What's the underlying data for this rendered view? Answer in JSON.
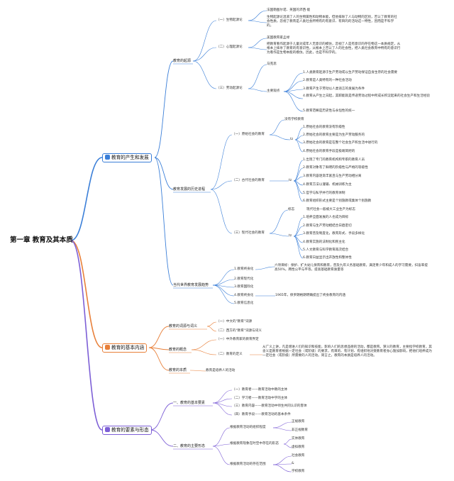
{
  "root": "第一章 教育及其本质",
  "colors": {
    "blue": "#3b7fd8",
    "orange": "#e8803a",
    "purple": "#7d5fd6"
  },
  "b1": {
    "title": "教育的产生和发展",
    "origin": {
      "title": "教育的起源",
      "bio": {
        "label": "（一）生物起源论",
        "people": "法国勒图尔诺、英国的沛西·能",
        "desc": "生物起源论混淆了人的生物属性和动物本能，但他排除了人与动物的区别，否认了教育的社会性质，忽视了教育是人类社会所特有的有意识、有目的的活动这一特性，因而是不科学的。"
      },
      "psy": {
        "label": "（二）心理起源论",
        "people": "美国教育家孟禄",
        "desc": "把教育看作起源于儿童对成年人无意识的模仿，忽视了人是有意识的存在物这一本质规定，从根本上抹杀了教育的有意识性，从根本上否认了人的社会性，把人类社会教育中特有的意识行为看作是生物本能的模仿。因此，也是不科学的。"
      },
      "labor": {
        "label": "（三）劳动起源论",
        "people": "马克思",
        "viewpoint": "主要观点",
        "points": [
          "1.人类教育起源于生产劳动或以生产劳动保证自身生存的社会需要",
          "2.教育是人类特有的一种社会活动",
          "3.教育产生于劳动以人类语言的发展为条件",
          "4.教育从产生之日起，其职能就是传递劳动过程中所成长积淀起来的社会生产和生活经验",
          "5.教育范畴是历史性与永恒性的统一"
        ]
      }
    },
    "history": {
      "title": "教育发展的历史进程",
      "primitive": {
        "label": "（一）原始社会的教育",
        "note": "没有学校教育",
        "tag": "tz",
        "points": [
          "1.原始社会的教育没有阶级性",
          "2.原始社会的教育主要是为生产劳动服务的",
          "3.原始社会的教育是在整个社会生产和生活中进行的",
          "4.原始社会的教育手段是极端简陋的"
        ]
      },
      "ancient": {
        "label": "（二）古代社会的教育",
        "tag": "tz",
        "points": [
          "1.出现了专门的教育机构和专职的教育人员",
          "2.教育对象有了鲜明的阶级性与严格的等级性",
          "3.教育内容逐渐丰富且与生产劳动相分离",
          "4.教育方法以灌输、机械训练为主",
          "5.官学与私学并行的教育体制",
          "6.教育组织形式主要是个别施教或集体个别施教"
        ]
      },
      "modern": {
        "label": "（三）现代社会的教育",
        "mark_label": "标志",
        "mark": "现代社会一般被大工业生产为标志",
        "tag": "tz",
        "points": [
          "1.培养全面发展的人也成为目标",
          "2.教育与生产劳动相结合日趋密切",
          "3.教育普及制度化，教育形式、手段多样化",
          "4.教育实施的法制化和民主化",
          "5.人文教育与科学教育再次结合",
          "6.教育日益显示出开放性和整体性"
        ]
      }
    },
    "trends": {
      "title": "当代世界教育发展趋势",
      "items": [
        "1.教育终身化",
        "2.教育现代化",
        "3.教育国际化",
        "4.教育终身化",
        "5.教育信息化"
      ],
      "note1": "六项目标：保护、扩大幼儿保育和教育，普及九年义务基础教育，满足青少年和成人的学习需要，扫盲率提高50%，两性公平与平等，提高基础教育质量等",
      "note4": "1965年，保罗朗格朗明确提出了终身教育的内涵"
    }
  },
  "b2": {
    "title": "教育的基本内涵",
    "word": {
      "title": "教育的词源与词义",
      "items": [
        "（一）中文的\"教育\"词源",
        "（二）西方的\"教育\"词源与词义"
      ]
    },
    "concept": {
      "title": "教育的概念",
      "items": [
        "（一）中外教育家的教育界定",
        "（二）教育的定义"
      ],
      "def": "从广义上讲，凡是增进人们的知识和技能，影响人们的思想品德的活动，都是教育。狭义的教育，主要指学校教育，其含义是教育者根据一定社会（或阶级）的要求，有目的、有计划、有组织地对受教育者身心施加影响，把他们培养成为一定社会（或阶级）所需要的人的活动。简言之，教育的本质是培养人的活动。"
    },
    "nature": {
      "title": "教育的本质",
      "text": "教育是培养人的活动"
    }
  },
  "b3": {
    "title": "教育的要素与形态",
    "elements": {
      "title": "一、教育的基本要素",
      "items": [
        "（一）教育者——教育活动中教的主体",
        "（二）学习者——教育活动中学的主体",
        "（三）教育内容——教育活动中师生共同认识的客体",
        "（四）教育手段——教育活动的基本条件"
      ]
    },
    "forms": {
      "title": "二、教育的主要形态",
      "g1": {
        "label": "根据教育活动的组织程度",
        "items": [
          "正规教育",
          "非正规教育"
        ]
      },
      "g2": {
        "label": "根据教育现象在时空中存在的形态",
        "items": [
          "实体教育",
          "虚拟教育"
        ]
      },
      "g3": {
        "label": "根据教育活动的存在范围",
        "items": [
          "社会教育",
          "&",
          "学校教育"
        ]
      }
    }
  }
}
